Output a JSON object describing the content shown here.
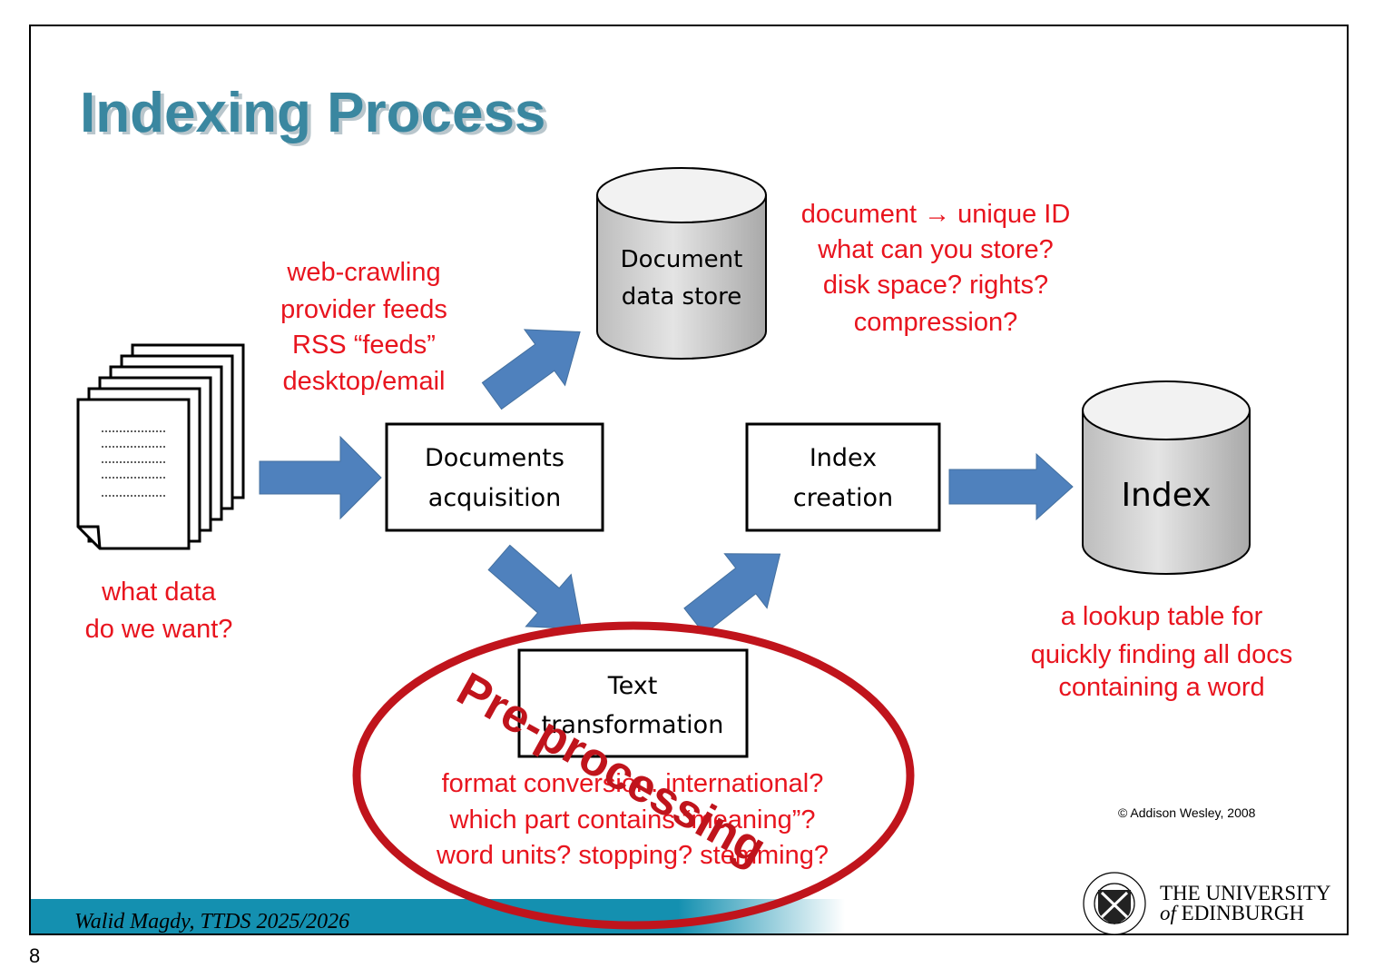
{
  "slide": {
    "title": "Indexing Process",
    "footer": "Walid Magdy, TTDS 2025/2026",
    "copyright": "© Addison Wesley, 2008",
    "university": {
      "line1": "THE UNIVERSITY",
      "line2_of": "of",
      "line2_name": "EDINBURGH"
    },
    "page_number": "8"
  },
  "nodes": {
    "acquisition": {
      "line1": "Documents",
      "line2": "acquisition"
    },
    "index_creation": {
      "line1": "Index",
      "line2": "creation"
    },
    "text_transformation": {
      "line1": "Text",
      "line2": "transformation"
    },
    "doc_store": {
      "line1": "Document",
      "line2": "data store"
    },
    "index": {
      "label": "Index"
    }
  },
  "notes": {
    "sources": [
      "web-crawling",
      "provider feeds",
      "RSS “feeds”",
      "desktop/email"
    ],
    "what_data": [
      "what data",
      "do we want?"
    ],
    "store": [
      "document → unique ID",
      "what can you store?",
      "disk space? rights?",
      "compression?"
    ],
    "index_desc": [
      "a lookup table for",
      "quickly finding all docs",
      "containing a word"
    ],
    "transform": [
      "format conversion. international?",
      "which part contains “meaning”?",
      "word units? stopping? stemming?"
    ]
  },
  "stamp": "Pre-processing",
  "colors": {
    "title": "#3a87a0",
    "note": "#e8141e",
    "arrow": "#4f81bd",
    "ellipse": "#c0141c",
    "footer_bar": "#1490b0"
  }
}
